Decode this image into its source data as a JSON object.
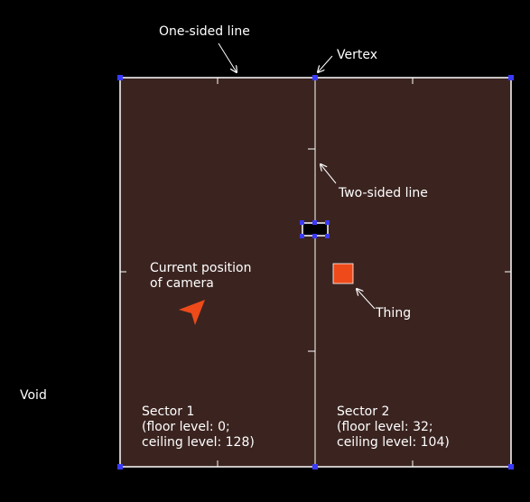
{
  "colors": {
    "background": "#000000",
    "sector_fill": "#3b2420",
    "line": "#ffffff",
    "vertex": "#3a3aff",
    "thing": "#ee4a1a",
    "camera": "#ee4a1a",
    "text": "#ffffff"
  },
  "labels": {
    "one_sided_line": "One-sided line",
    "vertex": "Vertex",
    "two_sided_line": "Two-sided line",
    "camera_line1": "Current position",
    "camera_line2": "of camera",
    "thing": "Thing",
    "void": "Void",
    "sector1_title": "Sector 1",
    "sector1_floor": "(floor level: 0;",
    "sector1_ceiling": "ceiling level: 128)",
    "sector2_title": "Sector 2",
    "sector2_floor": "(floor level: 32;",
    "sector2_ceiling": "ceiling level: 104)"
  },
  "icons": {
    "camera": "camera-arrow-icon",
    "thing": "thing-square-icon",
    "vertex": "vertex-square-icon"
  }
}
